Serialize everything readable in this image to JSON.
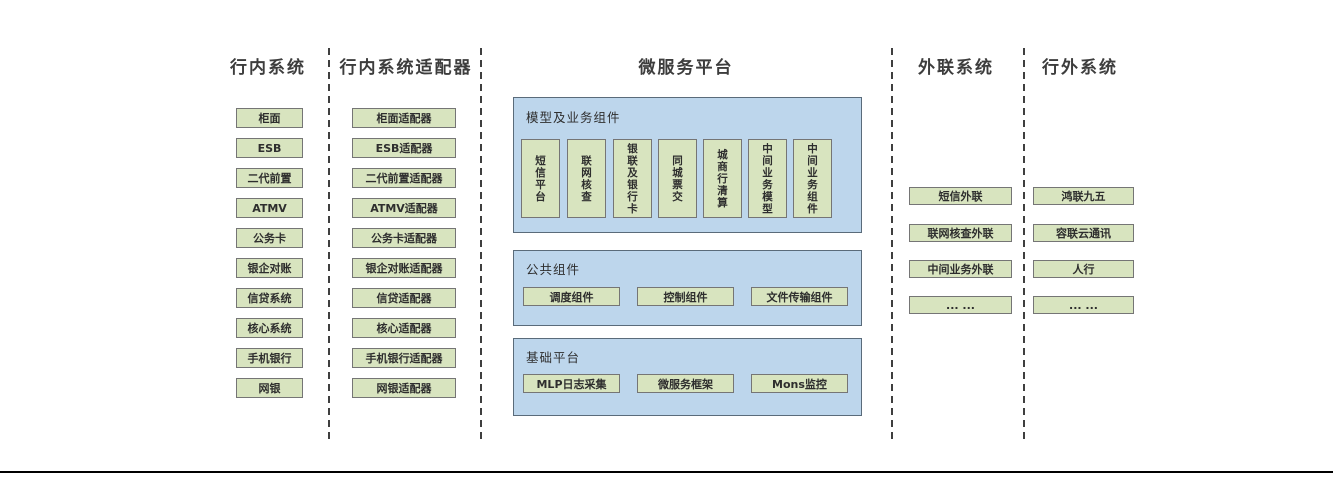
{
  "diagram": {
    "col_internal": {
      "title": "行内系统",
      "items": [
        "柜面",
        "ESB",
        "二代前置",
        "ATMV",
        "公务卡",
        "银企对账",
        "信贷系统",
        "核心系统",
        "手机银行",
        "网银"
      ]
    },
    "col_adapters": {
      "title": "行内系统适配器",
      "items": [
        "柜面适配器",
        "ESB适配器",
        "二代前置适配器",
        "ATMV适配器",
        "公务卡适配器",
        "银企对账适配器",
        "信贷适配器",
        "核心适配器",
        "手机银行适配器",
        "网银适配器"
      ]
    },
    "col_platform": {
      "title": "微服务平台",
      "model_group": {
        "label": "模型及业务组件",
        "items": [
          "短信平台",
          "联网核查",
          "银联及银行卡",
          "同城票交",
          "城商行清算",
          "中间业务模型",
          "中间业务组件"
        ]
      },
      "common_group": {
        "label": "公共组件",
        "items": [
          "调度组件",
          "控制组件",
          "文件传输组件"
        ]
      },
      "base_group": {
        "label": "基础平台",
        "items": [
          "MLP日志采集",
          "微服务框架",
          "Mons监控"
        ]
      }
    },
    "col_outreach": {
      "title": "外联系统",
      "items": [
        "短信外联",
        "联网核查外联",
        "中间业务外联",
        "... ..."
      ]
    },
    "col_external": {
      "title": "行外系统",
      "items": [
        "鸿联九五",
        "容联云通讯",
        "人行",
        "... ..."
      ]
    },
    "colors": {
      "box_fill": "#d8e4bf",
      "box_border": "#757575",
      "panel_fill": "#bdd6ec",
      "panel_border": "#5a6b7a",
      "heading_text": "#3d3d3d",
      "divider": "#3f3f3f",
      "bottom_rule": "#000000"
    }
  }
}
